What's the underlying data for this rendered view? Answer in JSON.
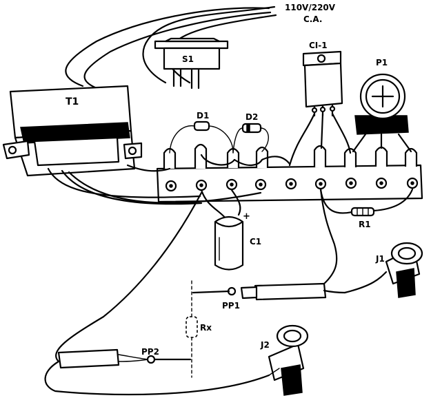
{
  "labels": {
    "mains": "110V/220V",
    "mains_type": "C.A.",
    "switch": "S1",
    "transformer": "T1",
    "ic": "CI-1",
    "pot": "P1",
    "diode1": "D1",
    "diode2": "D2",
    "capacitor": "C1",
    "cap_polarity": "+",
    "resistor": "R1",
    "jack1": "J1",
    "jack2": "J2",
    "probe1": "PP1",
    "probe2": "PP2",
    "unknown_resistor": "Rx"
  },
  "colors": {
    "ink": "#000000",
    "paper": "#ffffff"
  }
}
